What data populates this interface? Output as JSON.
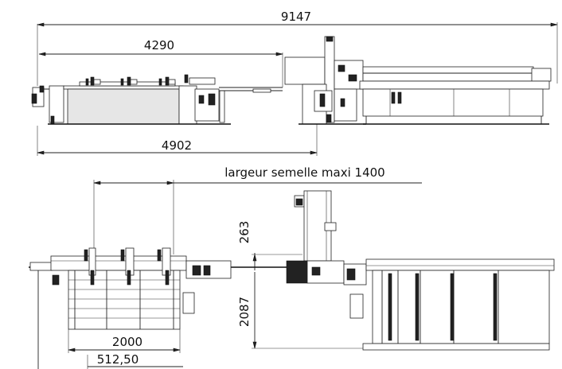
{
  "dimensions": {
    "overall_length": "9147",
    "left_section_length": "4290",
    "lower_left_length": "4902",
    "sole_width_label": "largeur semelle maxi 1400",
    "upper_offset": "263",
    "lower_depth": "2087",
    "table_width": "2000",
    "offset_small": "512,50"
  },
  "colors": {
    "line": "#222222",
    "fill_dark": "#222222",
    "background": "#ffffff"
  }
}
